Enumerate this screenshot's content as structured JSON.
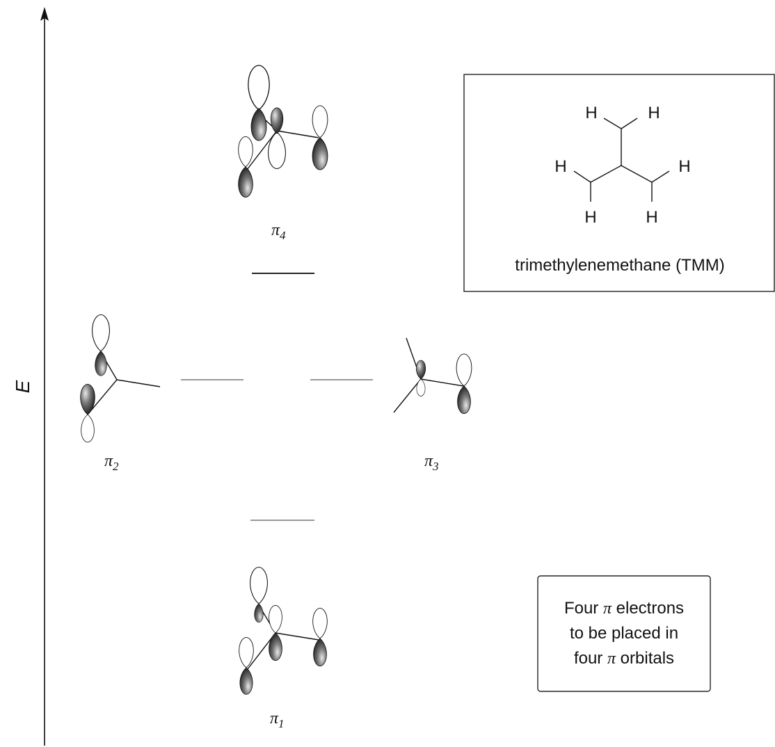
{
  "axis": {
    "label": "E"
  },
  "orbitals": {
    "pi1": {
      "symbol": "π",
      "subscript": "1"
    },
    "pi2": {
      "symbol": "π",
      "subscript": "2"
    },
    "pi3": {
      "symbol": "π",
      "subscript": "3"
    },
    "pi4": {
      "symbol": "π",
      "subscript": "4"
    }
  },
  "molecule": {
    "name": "trimethylenemethane (TMM)",
    "atoms": {
      "h1": "H",
      "h2": "H",
      "h3": "H",
      "h4": "H",
      "h5": "H",
      "h6": "H"
    }
  },
  "note": {
    "line1_pre": "Four ",
    "line1_sym": "π",
    "line1_post": " electrons",
    "line2": "to be placed in",
    "line3_pre": "four ",
    "line3_sym": "π",
    "line3_post": " orbitals"
  },
  "colors": {
    "level_dark": "#222222",
    "level_gray": "#999999",
    "lobe_shade": "#1a1a1a"
  }
}
